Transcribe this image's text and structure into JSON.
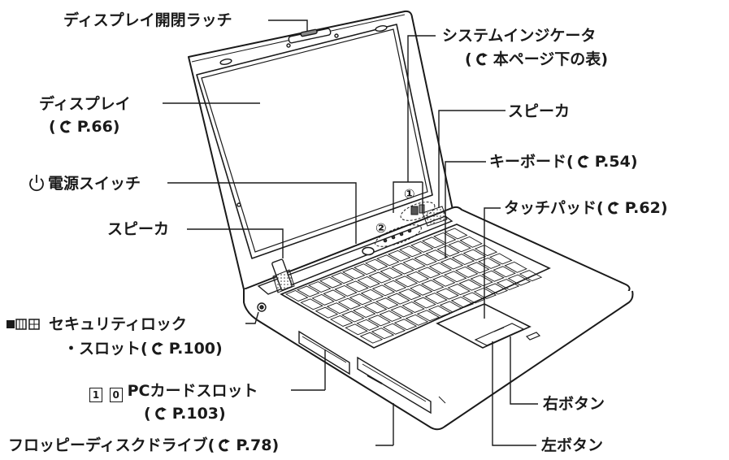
{
  "labels": {
    "display_latch": "ディスプレイ開閉ラッチ",
    "system_indicator": "システムインジケータ",
    "system_indicator_ref_text": "本ページ下の表",
    "display": "ディスプレイ",
    "display_ref": "P.66",
    "speaker_top": "スピーカ",
    "keyboard": "キーボード",
    "keyboard_ref": "P.54",
    "power_switch": "電源スイッチ",
    "touchpad": "タッチパッド",
    "touchpad_ref": "P.62",
    "speaker_left": "スピーカ",
    "security_lock_line1": "セキュリティロック",
    "security_lock_line2": "・スロット",
    "security_lock_ref": "P.100",
    "pc_card_slot": "PCカードスロット",
    "pc_card_ref": "P.103",
    "right_button": "右ボタン",
    "floppy_drive": "フロッピーディスクドライブ",
    "floppy_ref": "P.78",
    "left_button": "左ボタン",
    "marker_1": "①",
    "marker_2": "②"
  },
  "icons": {
    "reference_arrow": "circular-reference-arrow-icon",
    "power": "power-symbol-icon",
    "security_lock": "security-lock-icon",
    "pc_card_slots": "pc-card-slot-icon"
  },
  "pc_card_slot_numbers": [
    "1",
    "0"
  ],
  "colors": {
    "line": "#1a1a1a",
    "fill": "#ffffff"
  }
}
